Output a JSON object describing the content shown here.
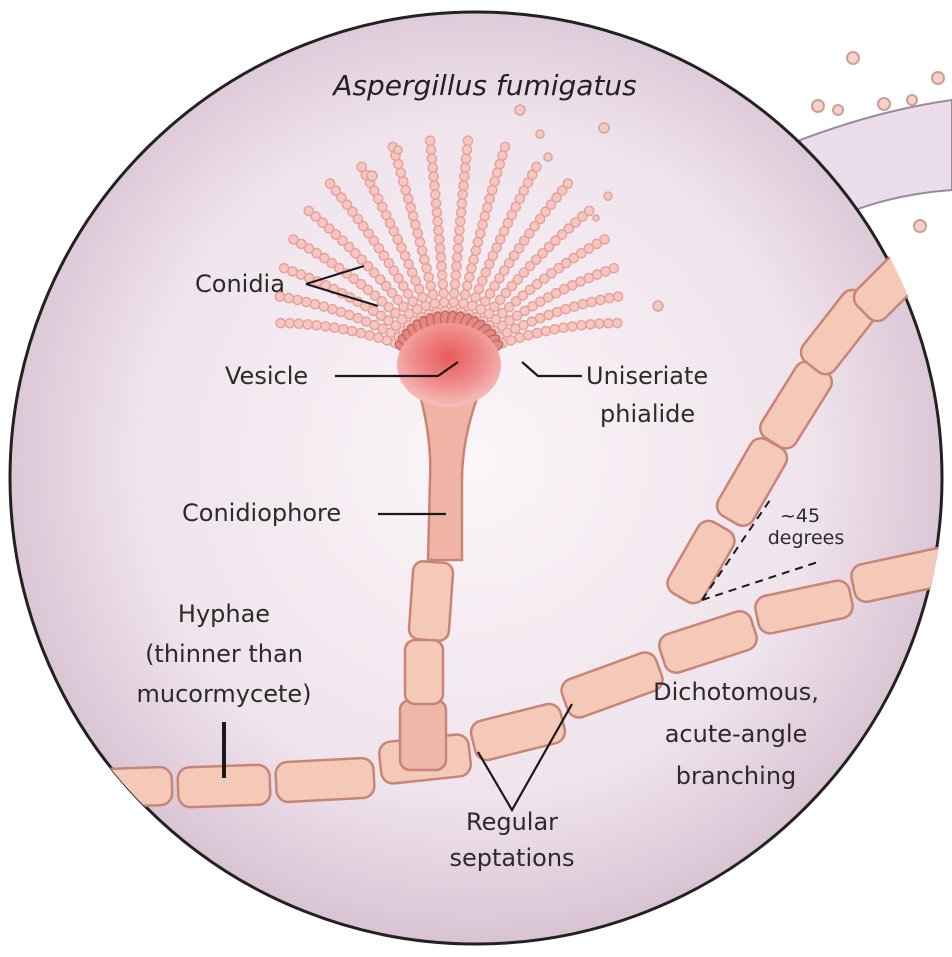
{
  "title": "Aspergillus fumigatus",
  "labels": {
    "conidia": "Conidia",
    "vesicle": "Vesicle",
    "phialide_line1": "Uniseriate",
    "phialide_line2": "phialide",
    "conidiophore": "Conidiophore",
    "hyphae_line1": "Hyphae",
    "hyphae_line2": "(thinner than",
    "hyphae_line3": "mucormycete)",
    "angle_line1": "~45",
    "angle_line2": "degrees",
    "branching_line1": "Dichotomous,",
    "branching_line2": "acute-angle",
    "branching_line3": "branching",
    "septations_line1": "Regular",
    "septations_line2": "septations"
  },
  "colors": {
    "circle_fill": "#ecdfea",
    "circle_stroke": "#222222",
    "hypha_fill": "#f4c9b8",
    "hypha_stroke": "#c98478",
    "vesicle_fill": "#ec8a86",
    "conidia_fill": "#f7c6c0"
  }
}
